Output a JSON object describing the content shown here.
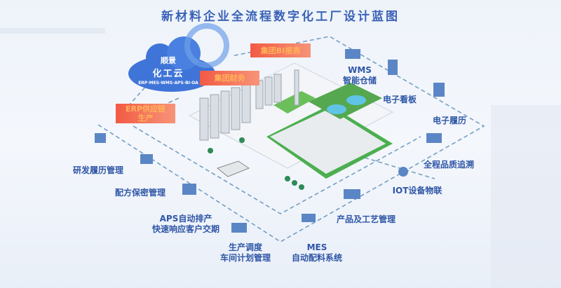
{
  "title": "新材料企业全流程数字化工厂设计蓝图",
  "cloud": {
    "brand": "顺景",
    "name": "化工云",
    "modules": "ERP·MES·WMS·APS·BI·OA"
  },
  "orange_boxes": [
    "集团BI报表",
    "集团财务",
    "ERP供应链",
    "生产"
  ],
  "labels": {
    "wms": "WMS",
    "wms_sub": "智能仓储",
    "board": "电子看板",
    "record": "电子履历",
    "quality": "全程品质追溯",
    "iot": "IOT设备物联",
    "product": "产品及工艺管理",
    "mes": "MES",
    "mes_sub": "自动配料系统",
    "schedule": "生产调度",
    "schedule_sub": "车间计划管理",
    "aps": "APS自动排产",
    "aps_sub": "快速响应客户交期",
    "formula": "配方保密管理",
    "rnd": "研发履历管理"
  },
  "colors": {
    "title": "#3a62b6",
    "label": "#2f56a6",
    "orange": "#f25a44",
    "cloud": "#3f74d8",
    "green": "#4caf50"
  }
}
